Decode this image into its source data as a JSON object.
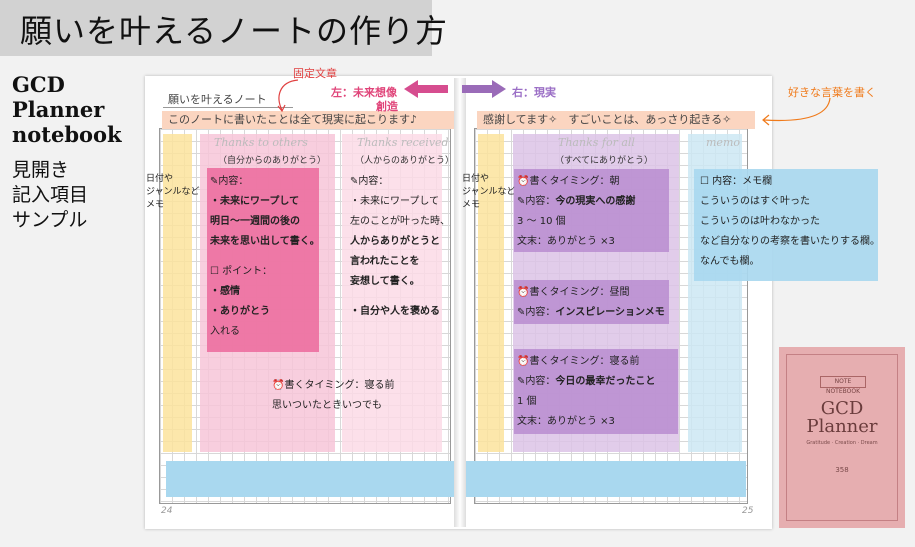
{
  "page_title": "願いを叶えるノートの作り方",
  "brand": {
    "line1": "GCD",
    "line2": "Planner",
    "line3": "notebook"
  },
  "subtitle": {
    "line1": "見開き",
    "line2": "記入項目",
    "line3": "サンプル"
  },
  "annotations": {
    "fixed_text": "固定文章",
    "left_future": "左：未来想像",
    "creation": "創造",
    "right_reality": "右：現実",
    "favorite_words": "好きな言葉を書く"
  },
  "left_page": {
    "header": "願いを叶えるノート",
    "stripe": "このノートに書いたことは全て現実に起こります♪",
    "date_label": [
      "日付や",
      "ジャンルなど",
      "メモ"
    ],
    "col1_title": "Thanks to others",
    "col1_sub": "（自分からのありがとう）",
    "col2_title": "Thanks received",
    "col2_sub": "（人からのありがとう）",
    "box1": {
      "content_label": "内容：",
      "lines": [
        "・未来にワープして",
        "明日〜一週間の後の",
        "未来を思い出して書く。"
      ],
      "point_label": "ポイント：",
      "points": [
        "・感情",
        "・ありがとう"
      ],
      "tail": "入れる"
    },
    "box2": {
      "content_label": "内容：",
      "lines": [
        "・未来にワープして",
        "左のことが叶った時、",
        "人からありがとうと",
        "言われたことを",
        "妄想して書く。"
      ],
      "tail": "・自分や人を褒める"
    },
    "timing_label": "書くタイミング：寝る前",
    "timing_note": "思いついたときいつでも",
    "page_number": "24"
  },
  "right_page": {
    "stripe": "感謝してます✧　すごいことは、あっさり起きる✧",
    "date_label": [
      "日付や",
      "ジャンルなど",
      "メモ"
    ],
    "col_title": "Thanks for all",
    "col_sub": "（すべてにありがとう）",
    "memo_title": "memo",
    "morning": {
      "timing": "書くタイミング：朝",
      "content_label": "内容：",
      "content": "今の現実への感謝",
      "count": "3 〜 10 個",
      "ending": "文末：ありがとう ×3"
    },
    "noon": {
      "timing": "書くタイミング：昼間",
      "content_label": "内容：",
      "content": "インスピレーションメモ"
    },
    "night": {
      "timing": "書くタイミング：寝る前",
      "content_label": "内容：",
      "content": "今日の最幸だったこと",
      "count": "1 個",
      "ending": "文末：ありがとう ×3"
    },
    "memo": {
      "label": "内容：メモ欄",
      "lines": [
        "こういうのはすぐ叶った",
        "こういうのは叶わなかった",
        "など自分なりの考察を書いたりする欄。",
        "なんでも欄。"
      ]
    },
    "page_number": "25"
  },
  "cover": {
    "label": "NOTE NOTEBOOK",
    "title1": "GCD",
    "title2": "Planner",
    "sub": "Gratitude · Creation · Dream",
    "number": "358"
  },
  "colors": {
    "pink_dark": "#ec6fa0",
    "pink_light": "#f7c5d8",
    "yellow": "#fbe39c",
    "purple": "#c8a4d8",
    "blue": "#a9d8ef",
    "arrow_pink": "#d64d8f",
    "arrow_purple": "#9a6bb8"
  }
}
